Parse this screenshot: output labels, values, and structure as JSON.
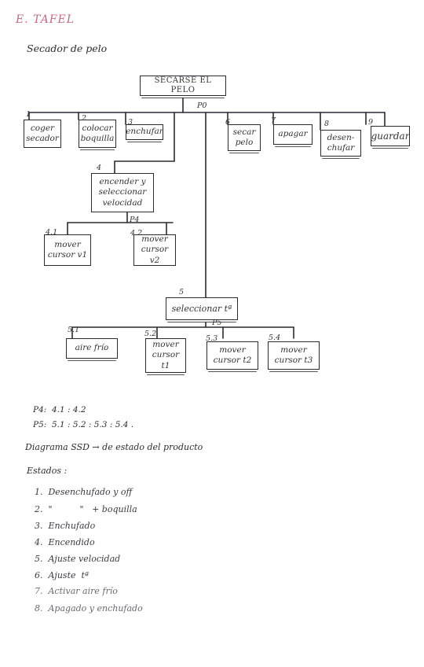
{
  "header": {
    "code": "E. TAFEL",
    "title": "Secador de pelo"
  },
  "root": {
    "label": "SECARSE EL PELO",
    "plan": "P0"
  },
  "level1": [
    {
      "num": "1",
      "label": "coger secador"
    },
    {
      "num": "2",
      "label": "colocar boquilla"
    },
    {
      "num": "3",
      "label": "enchufar"
    },
    {
      "num": "4",
      "label": "encender y seleccionar velocidad",
      "plan": "P4"
    },
    {
      "num": "5",
      "label": "seleccionar tª",
      "plan": "P5"
    },
    {
      "num": "6",
      "label": "secar pelo"
    },
    {
      "num": "7",
      "label": "apagar"
    },
    {
      "num": "8",
      "label": "desen-chufar"
    },
    {
      "num": "9",
      "label": "guardar"
    }
  ],
  "sub4": [
    {
      "num": "4.1",
      "label": "mover cursor v1"
    },
    {
      "num": "4.2",
      "label": "mover cursor v2"
    }
  ],
  "sub5": [
    {
      "num": "5.1",
      "label": "aire frío"
    },
    {
      "num": "5.2",
      "label": "mover cursor t1"
    },
    {
      "num": "5.3",
      "label": "mover cursor t2"
    },
    {
      "num": "5.4",
      "label": "mover cursor t3"
    }
  ],
  "plans": {
    "p4": "P4:  4.1 : 4.2",
    "p5": "P5:  5.1 : 5.2 : 5.3 : 5.4 ."
  },
  "ssd": "Diagrama SSD → de estado del producto",
  "estados_title": "Estados :",
  "estados": [
    "1.  Desenchufado y off",
    "2.  \"          \"   + boquilla",
    "3.  Enchufado",
    "4.  Encendido",
    "5.  Ajuste velocidad",
    "6.  Ajuste  tª",
    "7.  Activar aire frío",
    "8.  Apagado y enchufado"
  ]
}
